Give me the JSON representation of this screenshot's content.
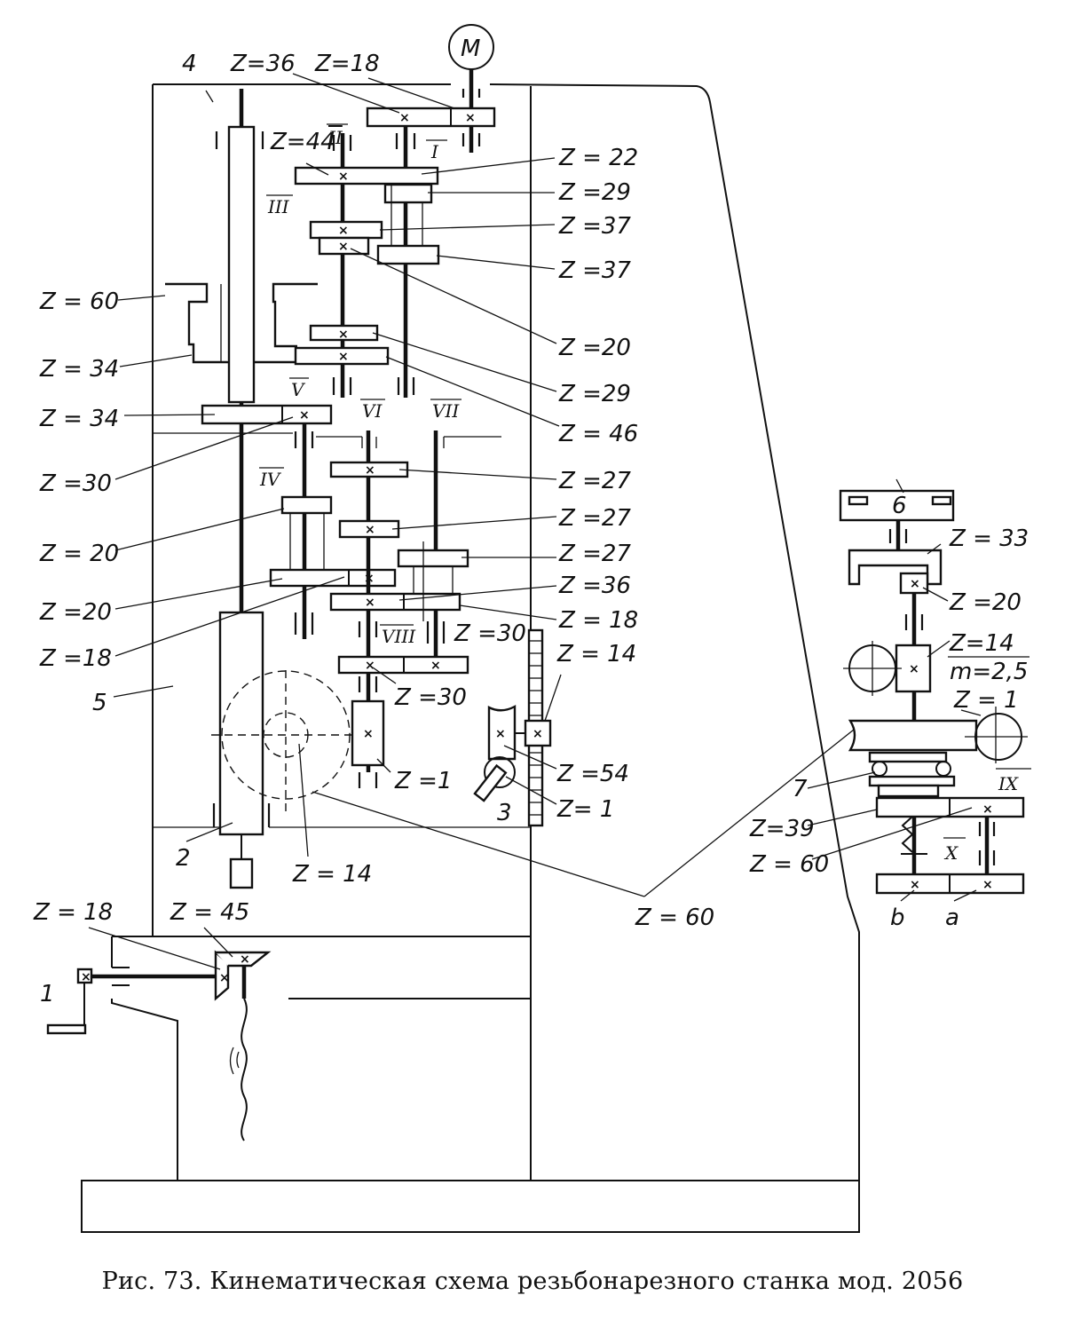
{
  "figure": {
    "caption": "Рис. 73. Кинематическая схема резьбонарезного станка мод. 2056",
    "motor_label": "M"
  },
  "parts": {
    "p1": "1",
    "p2": "2",
    "p3": "3",
    "p4": "4",
    "p5": "5",
    "p6": "6",
    "p7": "7",
    "b": "b",
    "a": "a"
  },
  "shafts": {
    "I": "I",
    "II": "II",
    "III": "III",
    "IV": "IV",
    "V": "V",
    "VI": "VI",
    "VII": "VII",
    "VIII": "VIII",
    "IX": "IX",
    "X": "X"
  },
  "gear_labels": {
    "top_z36": "Z=36",
    "top_z18": "Z=18",
    "z44": "Z=44",
    "r_z22": "Z = 22",
    "r_z29a": "Z =29",
    "r_z37a": "Z =37",
    "r_z37b": "Z =37",
    "r_z20": "Z =20",
    "r_z29b": "Z =29",
    "r_z46": "Z = 46",
    "l_z60": "Z = 60",
    "l_z34a": "Z = 34",
    "l_z34b": "Z = 34",
    "l_z30": "Z =30",
    "l_z20a": "Z = 20",
    "l_z20b": "Z =20",
    "l_z18": "Z =18",
    "r_z27a": "Z =27",
    "r_z27b": "Z =27",
    "r_z27c": "Z =27",
    "r_z36": "Z =36",
    "r_z18": "Z = 18",
    "m_z30a": "Z =30",
    "m_z30b": "Z =30",
    "r_z14": "Z = 14",
    "worm_z1": "Z =1",
    "r_z54": "Z =54",
    "r_z1": "Z= 1",
    "wheel_z14": "Z = 14",
    "bottom_z60": "Z = 60",
    "feed_z18": "Z = 18",
    "feed_z45": "Z = 45",
    "rt_z33": "Z = 33",
    "rt_z20": "Z =20",
    "rt_z14": "Z=14",
    "rt_m": "m=2,5",
    "rt_z1": "Z = 1",
    "rt_z39": "Z=39",
    "rt_z60": "Z = 60"
  }
}
